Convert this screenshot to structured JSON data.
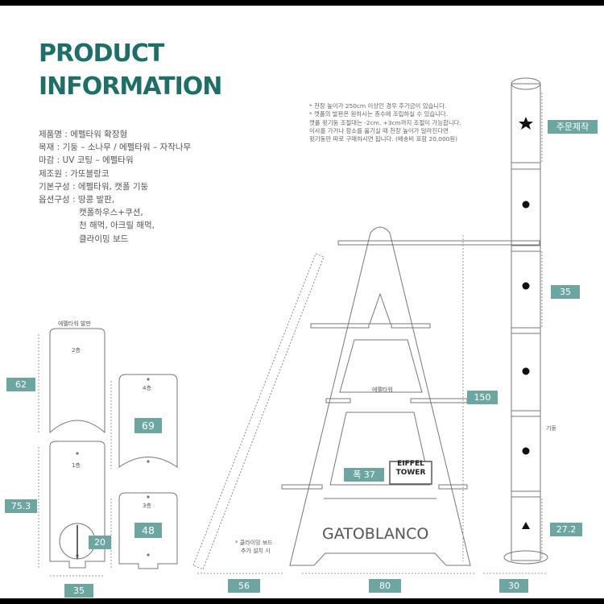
{
  "title": {
    "line1": "PRODUCT",
    "line2": "INFORMATION"
  },
  "specs": [
    "제품명 : 에펠타워 확장형",
    "목재 : 기둥 – 소나무 / 에펠타워 – 자작나무",
    "마감 : UV 코팅 – 에펠타워",
    "제조원 : 가또블랑코",
    "기본구성 : 에펠타워, 캣폴 기둥",
    "옵션구성 : 땅콩 발판,",
    "캣폴하우스+쿠션,",
    "천 해먹, 아크릴 해먹,",
    "클라이밍 보드"
  ],
  "note": [
    "* 천장 높이가 250cm 이상인 경우 추가금이 있습니다.",
    "* 캣폴의 발판은 원하시는 층수에 조립하실 수 있습니다.",
    "캣폴 윗기둥 조절대는 -2cm, +3cm까지 조절이 가능합니다.",
    "이사를 가거나 장소를 옮기실 때 천장 높이가 달라진다면",
    "윗기둥만 따로 구매하시면 됩니다. (배송비 포함 20,000원)"
  ],
  "labels": {
    "eiffel_board": "에펠타워 발판",
    "floor2": "2층",
    "floor1": "1층",
    "floor4": "4층",
    "floor3": "3층",
    "eiffel_tower": "에펠타워",
    "climbing_line1": "* 클라이밍 보드",
    "climbing_line2": "추가 설치 시",
    "pole": "기둥",
    "custom_order": "주문제작",
    "sign_line1": "EIFFEL",
    "sign_line2": "TOWER",
    "brand": "GATOBLANCO"
  },
  "dims": {
    "d62": "62",
    "d75_3": "75.3",
    "d35_bottom": "35",
    "d20": "20",
    "d69": "69",
    "d48": "48",
    "d150": "150",
    "width37": "폭 37",
    "d56": "56",
    "d80": "80",
    "d30": "30",
    "d35_pole": "35",
    "d27_2": "27.2"
  },
  "colors": {
    "accent": "#1f6e68",
    "badge": "#6da6a1",
    "line": "#777777"
  }
}
